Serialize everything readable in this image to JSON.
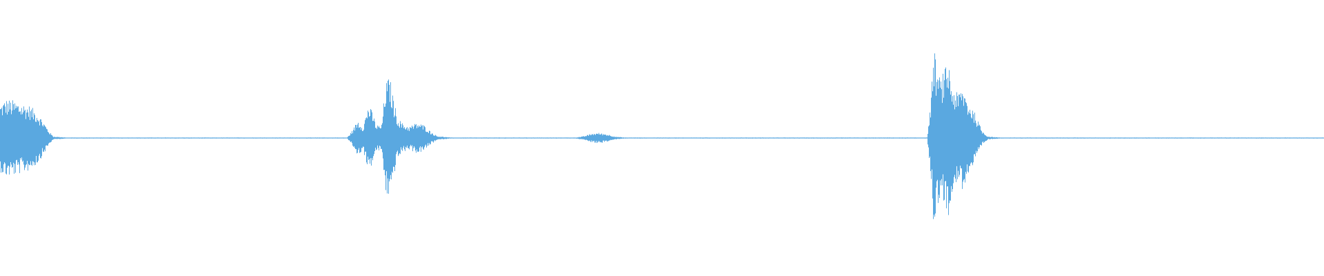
{
  "waveform": {
    "color": "#5aa8e0",
    "background": "#ffffff",
    "amplitude_envelope": [
      [
        0.0,
        0.26
      ],
      [
        0.004,
        0.3
      ],
      [
        0.01,
        0.29
      ],
      [
        0.016,
        0.27
      ],
      [
        0.022,
        0.25
      ],
      [
        0.028,
        0.2
      ],
      [
        0.033,
        0.12
      ],
      [
        0.037,
        0.05
      ],
      [
        0.04,
        0.012
      ],
      [
        0.05,
        0.004
      ],
      [
        0.262,
        0.004
      ],
      [
        0.266,
        0.06
      ],
      [
        0.27,
        0.14
      ],
      [
        0.274,
        0.09
      ],
      [
        0.278,
        0.26
      ],
      [
        0.281,
        0.2
      ],
      [
        0.284,
        0.1
      ],
      [
        0.288,
        0.1
      ],
      [
        0.291,
        0.42
      ],
      [
        0.294,
        0.48
      ],
      [
        0.297,
        0.3
      ],
      [
        0.3,
        0.16
      ],
      [
        0.304,
        0.11
      ],
      [
        0.309,
        0.09
      ],
      [
        0.315,
        0.12
      ],
      [
        0.32,
        0.1
      ],
      [
        0.325,
        0.05
      ],
      [
        0.33,
        0.015
      ],
      [
        0.34,
        0.004
      ],
      [
        0.434,
        0.004
      ],
      [
        0.44,
        0.012
      ],
      [
        0.447,
        0.035
      ],
      [
        0.452,
        0.04
      ],
      [
        0.458,
        0.03
      ],
      [
        0.465,
        0.01
      ],
      [
        0.472,
        0.004
      ],
      [
        0.7,
        0.004
      ],
      [
        0.703,
        0.3
      ],
      [
        0.705,
        0.72
      ],
      [
        0.707,
        0.55
      ],
      [
        0.71,
        0.45
      ],
      [
        0.713,
        0.52
      ],
      [
        0.716,
        0.6
      ],
      [
        0.719,
        0.4
      ],
      [
        0.723,
        0.34
      ],
      [
        0.727,
        0.4
      ],
      [
        0.731,
        0.28
      ],
      [
        0.735,
        0.22
      ],
      [
        0.738,
        0.14
      ],
      [
        0.742,
        0.05
      ],
      [
        0.746,
        0.012
      ],
      [
        0.755,
        0.004
      ],
      [
        1.0,
        0.004
      ]
    ]
  }
}
